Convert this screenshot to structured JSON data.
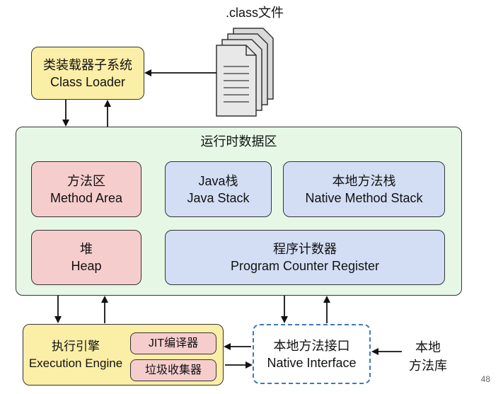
{
  "class_file_label": ".class文件",
  "class_loader": {
    "title": "类装载器子系统",
    "subtitle": "Class Loader"
  },
  "runtime_area": {
    "title": "运行时数据区",
    "method_area": {
      "title": "方法区",
      "subtitle": "Method Area"
    },
    "java_stack": {
      "title": "Java栈",
      "subtitle": "Java Stack"
    },
    "native_stack": {
      "title": "本地方法栈",
      "subtitle": "Native Method Stack"
    },
    "heap": {
      "title": "堆",
      "subtitle": "Heap"
    },
    "pc_register": {
      "title": "程序计数器",
      "subtitle": "Program Counter Register"
    }
  },
  "execution_engine": {
    "title": "执行引擎",
    "subtitle": "Execution Engine",
    "jit": "JIT编译器",
    "gc": "垃圾收集器"
  },
  "native_interface": {
    "title": "本地方法接口",
    "subtitle": "Native Interface"
  },
  "native_lib": {
    "line1": "本地",
    "line2": "方法库"
  },
  "page_number": "48",
  "colors": {
    "yellow": "#fbeea6",
    "green": "#e6f7e6",
    "pink": "#f6cdcd",
    "blue": "#d3def5",
    "dashed_border": "#3a78c2"
  }
}
